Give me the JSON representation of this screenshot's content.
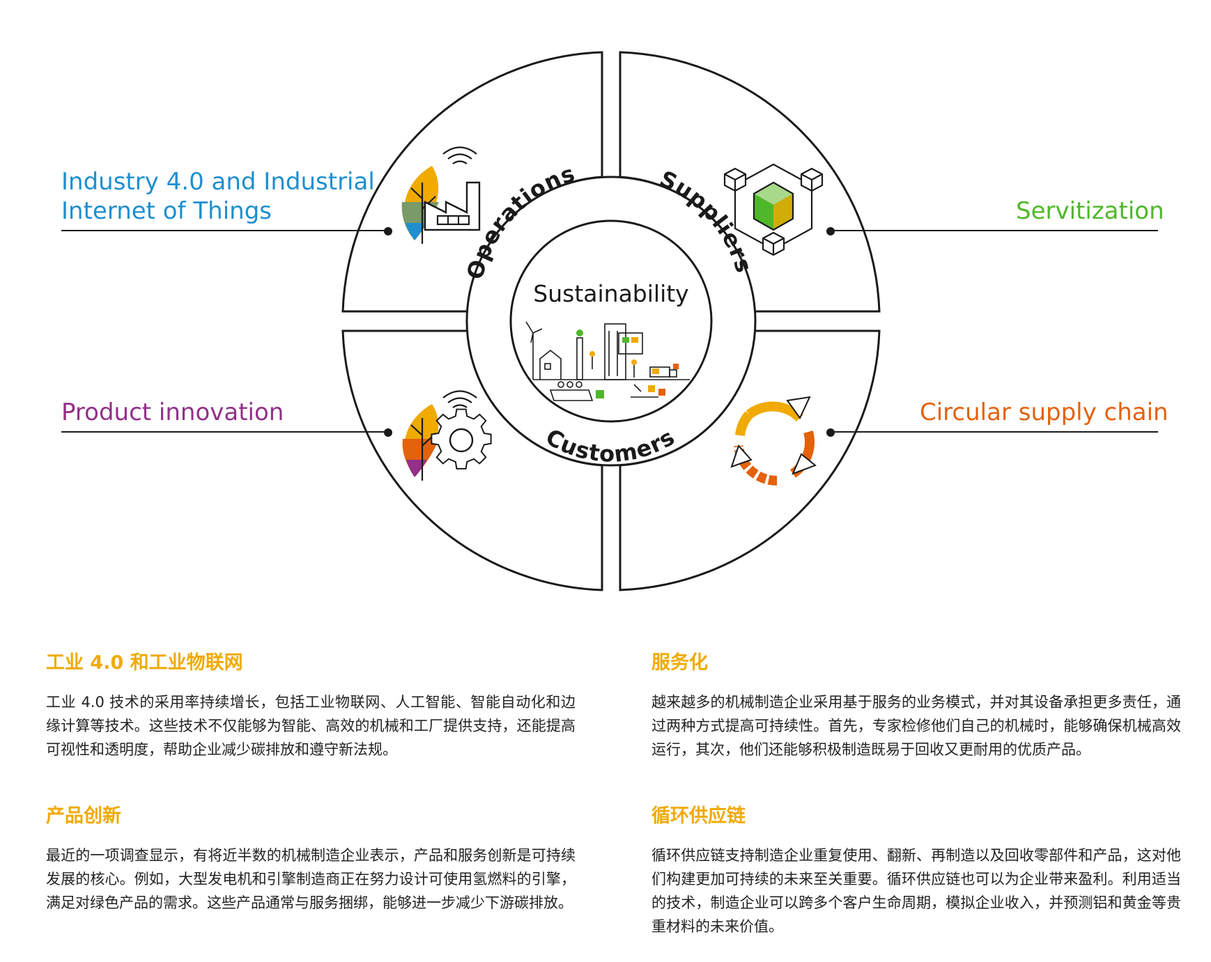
{
  "colors": {
    "industry": "#1e8fd0",
    "servitization": "#4fb82a",
    "product": "#93308a",
    "circular": "#e3620c",
    "heading": "#f0aa00"
  },
  "diagram": {
    "center_title": "Sustainability",
    "ring_top_left": "Operations",
    "ring_top_right": "Suppliers",
    "ring_bottom": "Customers",
    "labels": {
      "industry_line1": "Industry 4.0 and Industrial",
      "industry_line2": "Internet of Things",
      "servitization": "Servitization",
      "product": "Product innovation",
      "circular": "Circular supply chain"
    },
    "icons": {
      "industry": "leaf-factory-icon",
      "servitization": "cube-network-icon",
      "product": "leaf-gear-icon",
      "circular": "recycle-arrows-icon",
      "center": "sustainable-city-illustration"
    }
  },
  "sections": {
    "industry": {
      "title": "工业 4.0 和工业物联网",
      "body": "工业 4.0 技术的采用率持续增长，包括工业物联网、人工智能、智能自动化和边缘计算等技术。这些技术不仅能够为智能、高效的机械和工厂提供支持，还能提高可视性和透明度，帮助企业减少碳排放和遵守新法规。"
    },
    "servitization": {
      "title": "服务化",
      "body": "越来越多的机械制造企业采用基于服务的业务模式，并对其设备承担更多责任，通过两种方式提高可持续性。首先，专家检修他们自己的机械时，能够确保机械高效运行，其次，他们还能够积极制造既易于回收又更耐用的优质产品。"
    },
    "product": {
      "title": "产品创新",
      "body": "最近的一项调查显示，有将近半数的机械制造企业表示，产品和服务创新是可持续发展的核心。例如，大型发电机和引擎制造商正在努力设计可使用氢燃料的引擎，满足对绿色产品的需求。这些产品通常与服务捆绑，能够进一步减少下游碳排放。"
    },
    "circular": {
      "title": "循环供应链",
      "body": "循环供应链支持制造企业重复使用、翻新、再制造以及回收零部件和产品，这对他们构建更加可持续的未来至关重要。循环供应链也可以为企业带来盈利。利用适当的技术，制造企业可以跨多个客户生命周期，模拟企业收入，并预测铝和黄金等贵重材料的未来价值。"
    }
  }
}
